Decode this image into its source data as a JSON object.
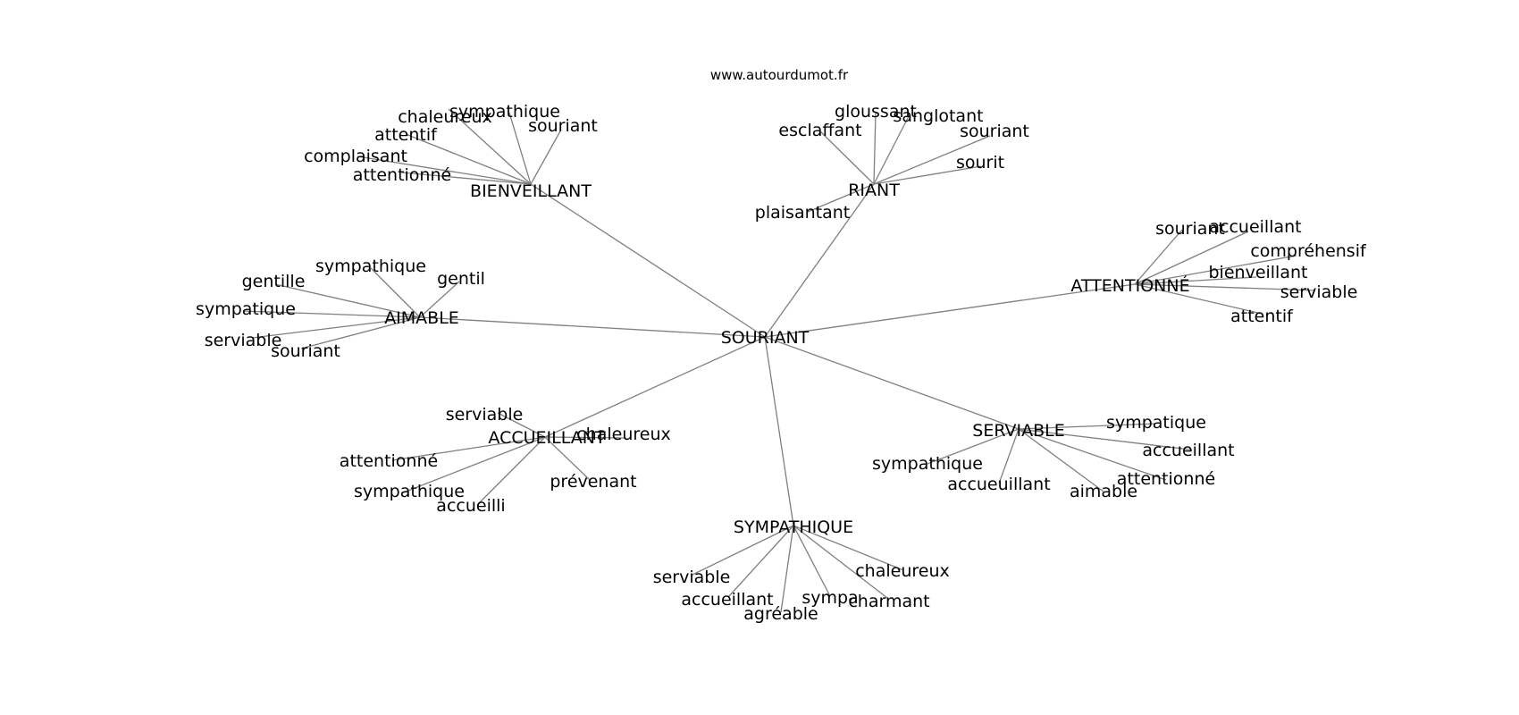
{
  "source": "www.autourdumot.fr",
  "center": "SOURIANT",
  "groups": [
    {
      "label": "BIENVEILLANT",
      "words": [
        "chaleureux",
        "sympathique",
        "souriant",
        "attentif",
        "complaisant",
        "attentionné"
      ]
    },
    {
      "label": "RIANT",
      "words": [
        "gloussant",
        "sanglotant",
        "esclaffant",
        "souriant",
        "sourit",
        "plaisantant"
      ]
    },
    {
      "label": "ATTENTIONNÉ",
      "words": [
        "souriant",
        "accueillant",
        "compréhensif",
        "bienveillant",
        "serviable",
        "attentif"
      ]
    },
    {
      "label": "AIMABLE",
      "words": [
        "sympathique",
        "gentil",
        "gentille",
        "sympatique",
        "serviable",
        "souriant"
      ]
    },
    {
      "label": "ACCUEILLANT",
      "words": [
        "serviable",
        "chaleureux",
        "attentionné",
        "sympathique",
        "accueilli",
        "prévenant"
      ]
    },
    {
      "label": "SERVIABLE",
      "words": [
        "sympatique",
        "accueillant",
        "sympathique",
        "accueuillant",
        "attentionné",
        "aimable"
      ]
    },
    {
      "label": "SYMPATHIQUE",
      "words": [
        "chaleureux",
        "serviable",
        "accueillant",
        "sympa",
        "charmant",
        "agréable"
      ]
    }
  ]
}
